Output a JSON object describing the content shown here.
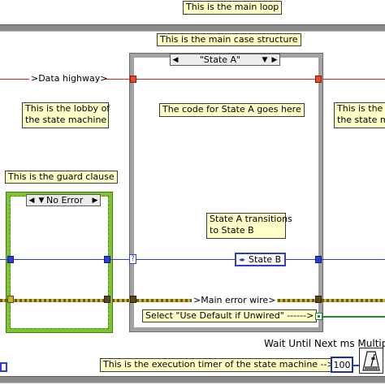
{
  "labels": {
    "main_loop": "This is the main loop",
    "main_case": "This is the main case structure",
    "data_highway": ">Data highway>",
    "lobby": [
      "This is the lobby of",
      "the state machine"
    ],
    "state_a_code": "The code for State A goes here",
    "next_state_partial": [
      "This is the s",
      "the state m"
    ],
    "guard_clause": "This is the guard clause",
    "state_a_transition": [
      "State A transitions",
      "to State B"
    ],
    "main_error_wire": ">Main error wire>",
    "use_default": "Select \"Use Default if Unwired\" ------>",
    "wait_function": "Wait Until Next ms Multiple",
    "execution_timer": "This is the execution timer of the state machine -->"
  },
  "case_selector": {
    "value": "\"State A\""
  },
  "guard_selector": {
    "value": "No Error"
  },
  "state_b_constant": {
    "value": "State B"
  },
  "timer_constant": {
    "value": "100"
  },
  "icons": {
    "metronome": "metronome-icon",
    "dropdown": "triangle-down-icon",
    "decrement": "arrow-left-icon",
    "increment": "arrow-right-icon",
    "selector_indicator": "question-icon"
  },
  "colors": {
    "data_wire": "#d42b2b",
    "enum_wire": "#2f3fc9",
    "error_wire": "#c8b233",
    "boolean_wire": "#1d8a2d",
    "comment_bg": "#ffffc8",
    "guard_frame": "#7dc42f"
  }
}
